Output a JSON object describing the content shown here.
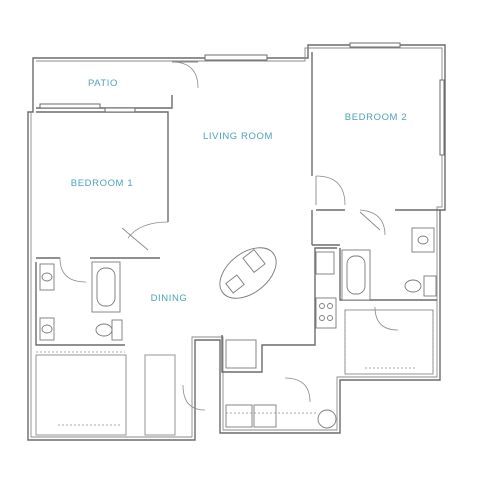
{
  "rooms": {
    "patio": "PATIO",
    "living_room": "LIVING ROOM",
    "bedroom_1": "BEDROOM 1",
    "bedroom_2": "BEDROOM 2",
    "dining": "DINING"
  },
  "colors": {
    "label": "#4aa3b8",
    "wall": "#6b6b6b"
  }
}
